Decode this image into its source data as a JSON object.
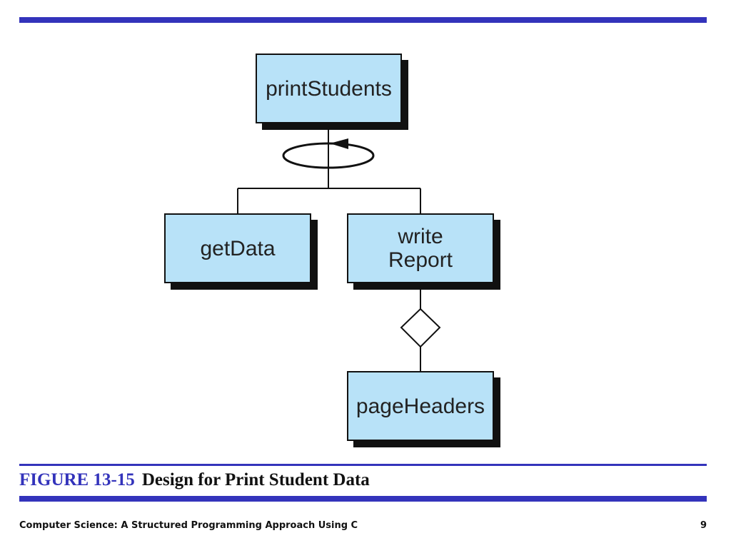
{
  "diagram": {
    "modules": {
      "root": "printStudents",
      "child_left": "getData",
      "child_right": "write Report",
      "grandchild": "pageHeaders"
    },
    "connectors": {
      "root_to_children": "loop",
      "writeReport_to_pageHeaders": "conditional"
    },
    "colors": {
      "box_fill": "#b8e2f8",
      "line": "#111111",
      "accent": "#3333bb"
    }
  },
  "caption": {
    "label": "FIGURE 13-15",
    "title": "Design for Print Student Data"
  },
  "footer": {
    "book_title": "Computer Science: A Structured Programming Approach Using C",
    "page_number": "9"
  }
}
